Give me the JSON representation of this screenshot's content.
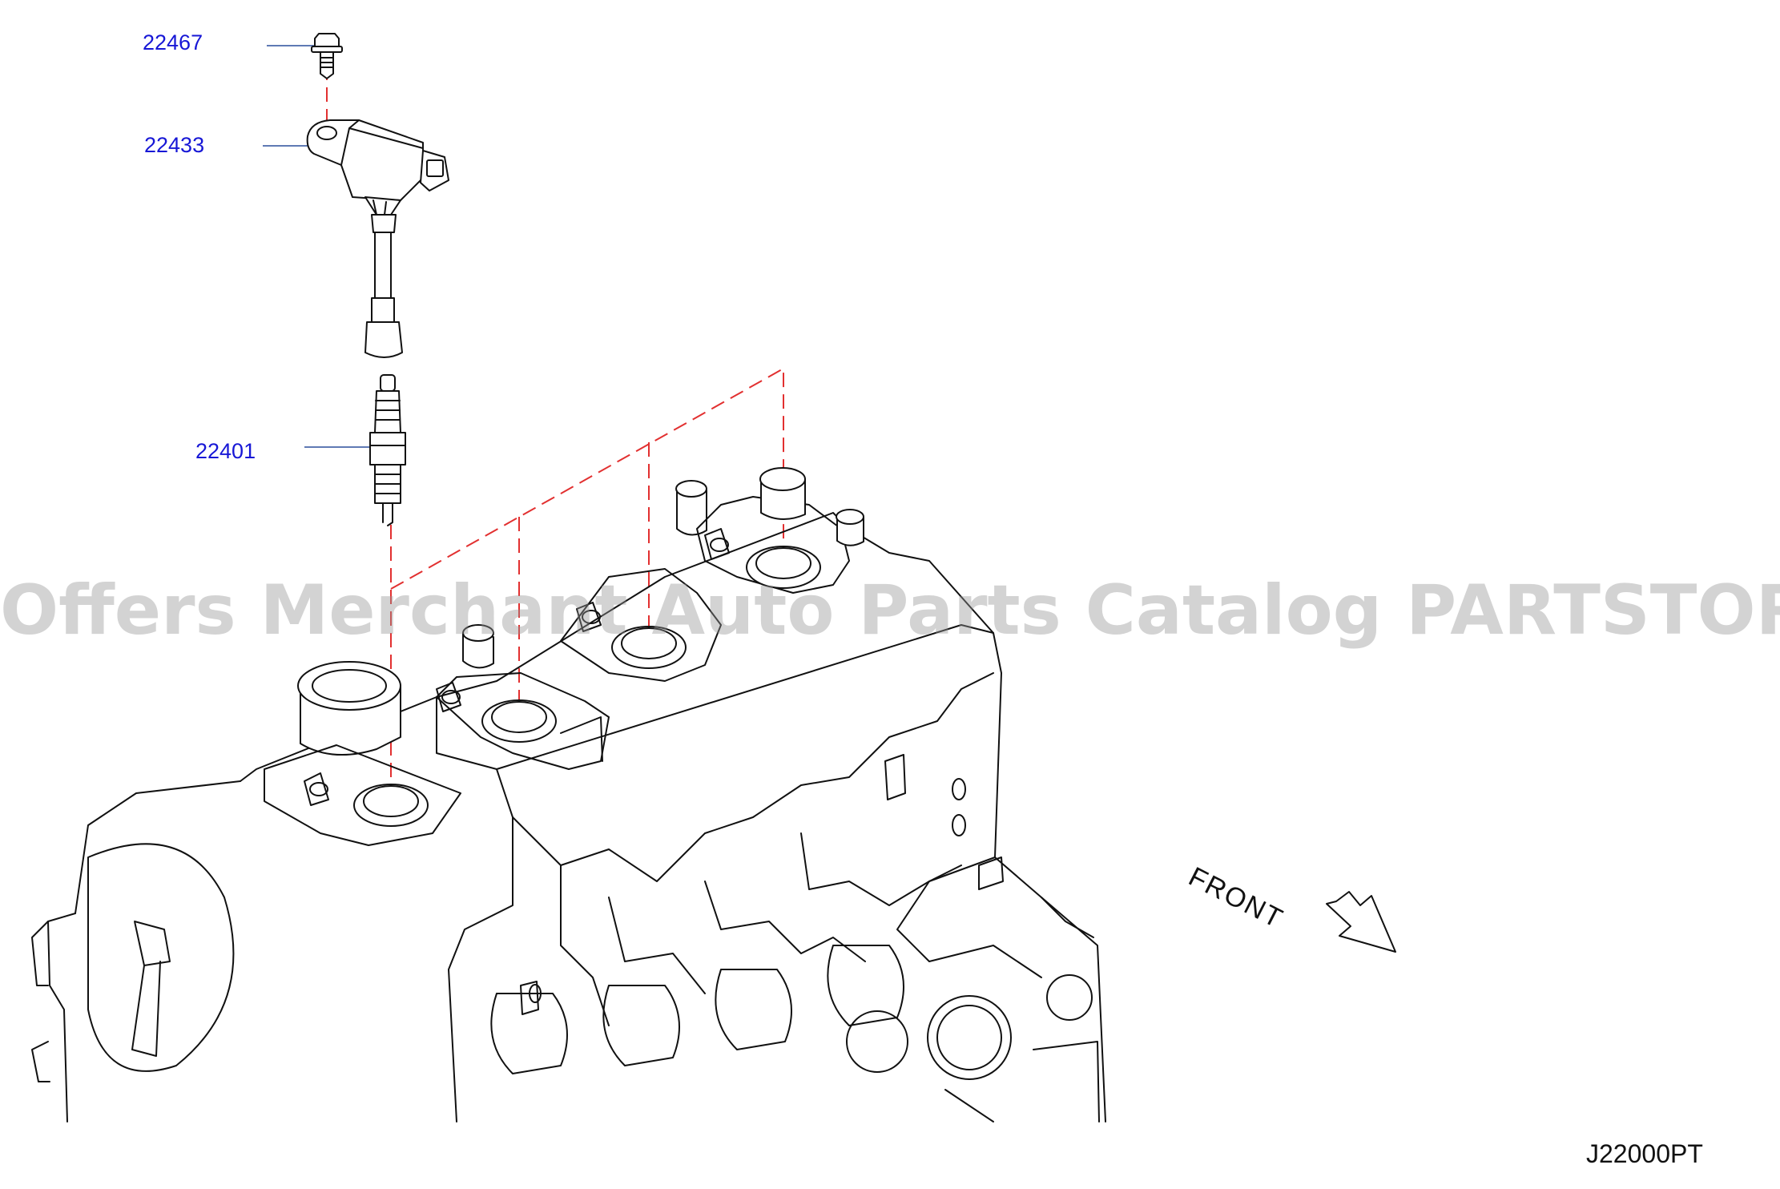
{
  "callouts": {
    "bolt": "22467",
    "ignition_coil": "22433",
    "spark_plug": "22401"
  },
  "direction_label": "FRONT",
  "diagram_code": "J22000PT",
  "watermark": "Offers Merchant Auto Parts Catalog PARTSTORE.SA",
  "colors": {
    "callout_text": "#1717d6",
    "leader_line": "#2a4f9c",
    "guide_dash": "#e23030",
    "line_art": "#111111"
  }
}
